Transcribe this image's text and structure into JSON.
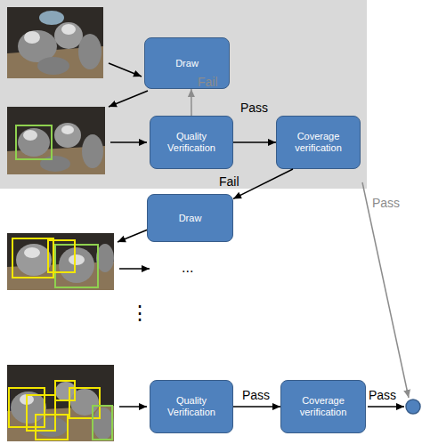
{
  "diagram": {
    "nodes": [
      {
        "text": [
          "Draw"
        ]
      },
      {
        "text": [
          "Quality Verification"
        ]
      },
      {
        "text": [
          "Coverage verification"
        ]
      },
      {
        "text": [
          "Draw"
        ]
      },
      {
        "text": [
          "Quality Verification"
        ]
      },
      {
        "text": [
          "Coverage verification"
        ]
      }
    ],
    "edges": [
      {
        "from": 1,
        "to": 0,
        "label": "Fail",
        "arrow": "to"
      },
      {
        "from": 1,
        "to": 2,
        "label": "Pass",
        "arrow": "to"
      },
      {
        "from": 2,
        "to": 3,
        "label": "Fail",
        "arrow": "to"
      },
      {
        "from": 4,
        "to": 5,
        "label": "Pass",
        "arrow": "to"
      }
    ],
    "labels": [
      "...",
      "⋮",
      "Pass",
      "Pass"
    ]
  }
}
